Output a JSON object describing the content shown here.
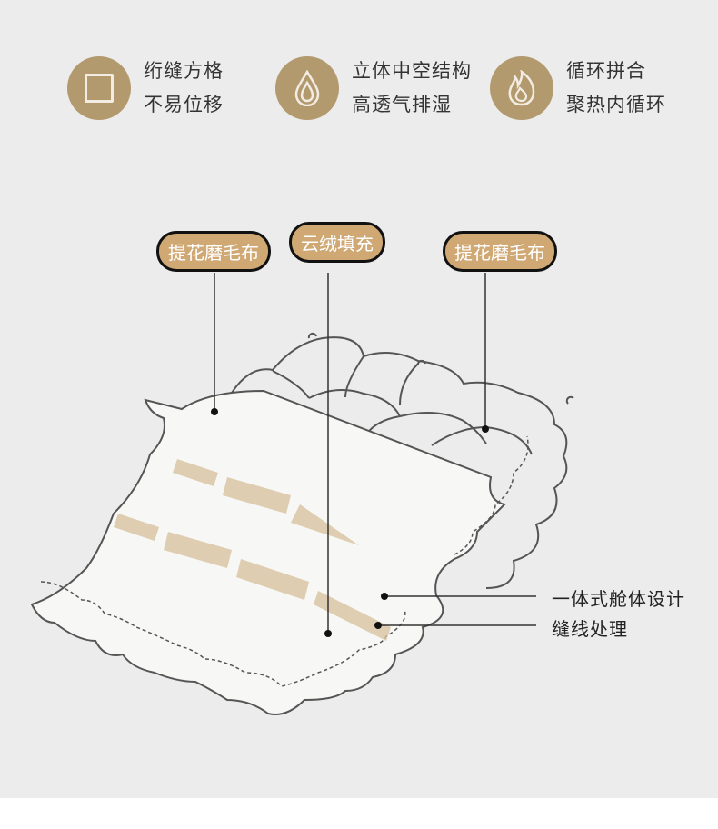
{
  "features": [
    {
      "icon": "square-grid-icon",
      "line1": "绗缝方格",
      "line2": "不易位移"
    },
    {
      "icon": "water-drop-icon",
      "line1": "立体中空结构",
      "line2": "高透气排湿"
    },
    {
      "icon": "flame-icon",
      "line1": "循环拼合",
      "line2": "聚热内循环"
    }
  ],
  "callouts": {
    "left": "提花磨毛布",
    "center": "云绒填充",
    "right": "提花磨毛布",
    "cabin": "一体式舱体设计",
    "stitch": "缝线处理"
  },
  "colors": {
    "icon_bg": "#b39a6e",
    "pill_bg": "#cfa874",
    "background": "#ececec"
  }
}
